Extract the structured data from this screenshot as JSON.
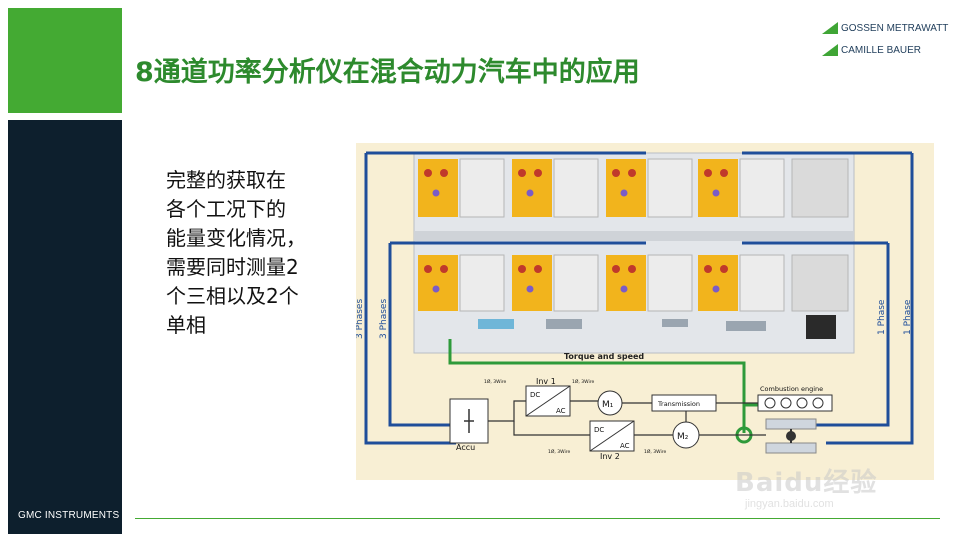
{
  "slide": {
    "title": "8通道功率分析仪在混合动力汽车中的应用",
    "body_lines": [
      "完整的获取在",
      "各个工况下的",
      "能量变化情况，",
      "需要同时测量2",
      "个三相以及2个",
      "单相"
    ],
    "footer_brand": "GMC INSTRUMENTS",
    "logo_line1": "GOSSEN METRAWATT",
    "logo_line2": "CAMILLE BAUER"
  },
  "diagram": {
    "label_3phase_a": "3 Phases",
    "label_3phase_b": "3 Phases",
    "label_1phase_a": "1 Phase",
    "label_1phase_b": "1 Phase",
    "torque_label": "Torque and speed",
    "inv1": "Inv 1",
    "inv2": "Inv 2",
    "dc": "DC",
    "ac": "AC",
    "m1": "M₁",
    "m2": "M₂",
    "transmission": "Transmission",
    "combustion": "Combustion engine",
    "accu": "Accu",
    "meter_note": "1Ø, 3Wire\n1 Watt Meter"
  },
  "watermark": {
    "main": "Baidu经验",
    "sub": "jingyan.baidu.com"
  },
  "colors": {
    "green": "#44aa33",
    "navy": "#0d1f2d",
    "wire_blue": "#1f4e9a",
    "wire_green": "#2e9a3a",
    "module_yellow": "#f2b41c"
  }
}
